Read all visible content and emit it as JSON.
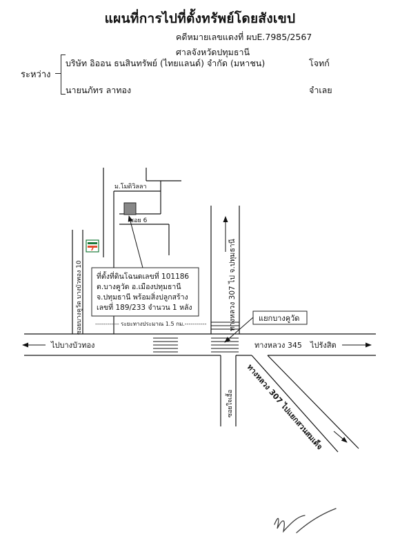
{
  "header": {
    "title": "แผนที่การไปที่ตั้งทรัพย์โดยสังเขป",
    "case_number": "คดีหมายเลขแดงที่ ผบE.7985/2567",
    "court": "ศาลจังหวัดปทุมธานี",
    "between_label": "ระหว่าง",
    "plaintiff_name": "บริษัท อิออน ธนสินทรัพย์ (ไทยแลนด์) จำกัด (มหาชน)",
    "plaintiff_role": "โจทก์",
    "defendant_name": "นายนภัทร ลาทอง",
    "defendant_role": "จำเลย"
  },
  "map": {
    "village_label": "ม.โมดิวิลลา",
    "soi6_label": "ซอย 6",
    "soi10_label": "ซอยบางคูวัด บางบัวทอง 10",
    "property_box": {
      "line1": "ที่ตั้งที่ดินโฉนดเลขที่ 101186",
      "line2": "ต.บางคูวัด อ.เมืองปทุมธานี",
      "line3": "จ.ปทุมธานี พร้อมสิ่งปลูกสร้าง",
      "line4": "เลขที่ 189/233 จำนวน 1 หลัง"
    },
    "distance_label": "------------ ระยะทางประมาณ 1.5 กม.-----------",
    "junction_label": "แยกบางคูวัด",
    "road_to_bangbuathong": "ไปบางบัวทอง",
    "highway_345": "ทางหลวง 345",
    "to_rangsit": "ไปรังสิต",
    "highway_307_north": "ทางหลวง 307 ไป จ.ปทุมธานี",
    "highway_307_south": "ทางหลวง 307 ไปแยกสวนสมเด็จ",
    "soi_jaichuea": "ซอยใจเอื้อ",
    "store_icon": "seven-eleven-icon",
    "property_marker": "property-square-marker",
    "signature": "handwritten-signature"
  }
}
